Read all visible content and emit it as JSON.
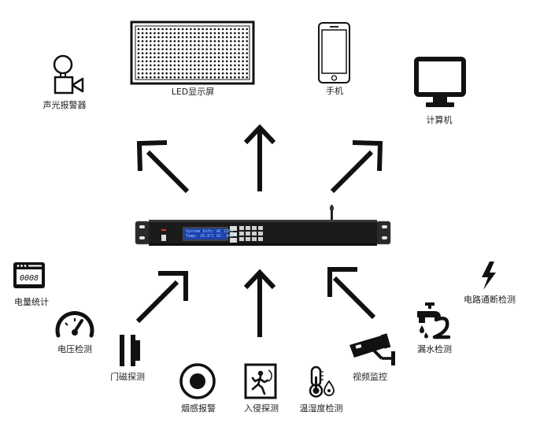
{
  "labels": {
    "led_display": "LED显示屏",
    "phone": "手机",
    "computer": "计算机",
    "sound_light_alarm": "声光报警器",
    "power_metering": "电量统计",
    "voltage_detection": "电压检测",
    "door_magnetic": "门磁探测",
    "smoke_alarm": "烟感报警",
    "intrusion_detection": "入侵探测",
    "temp_humidity": "温湿度检测",
    "video_monitoring": "视频监控",
    "water_leak": "漏水检测",
    "circuit_break": "电路通断检测"
  },
  "device": {
    "screen_line1": "System Info: AC 220V",
    "screen_line2": "Temp: 26.8°C  DC: 48V"
  },
  "meter_display": "0008",
  "colors": {
    "ink": "#111111",
    "device_body": "#1b1b1b",
    "screen": "#1a3fb0"
  }
}
